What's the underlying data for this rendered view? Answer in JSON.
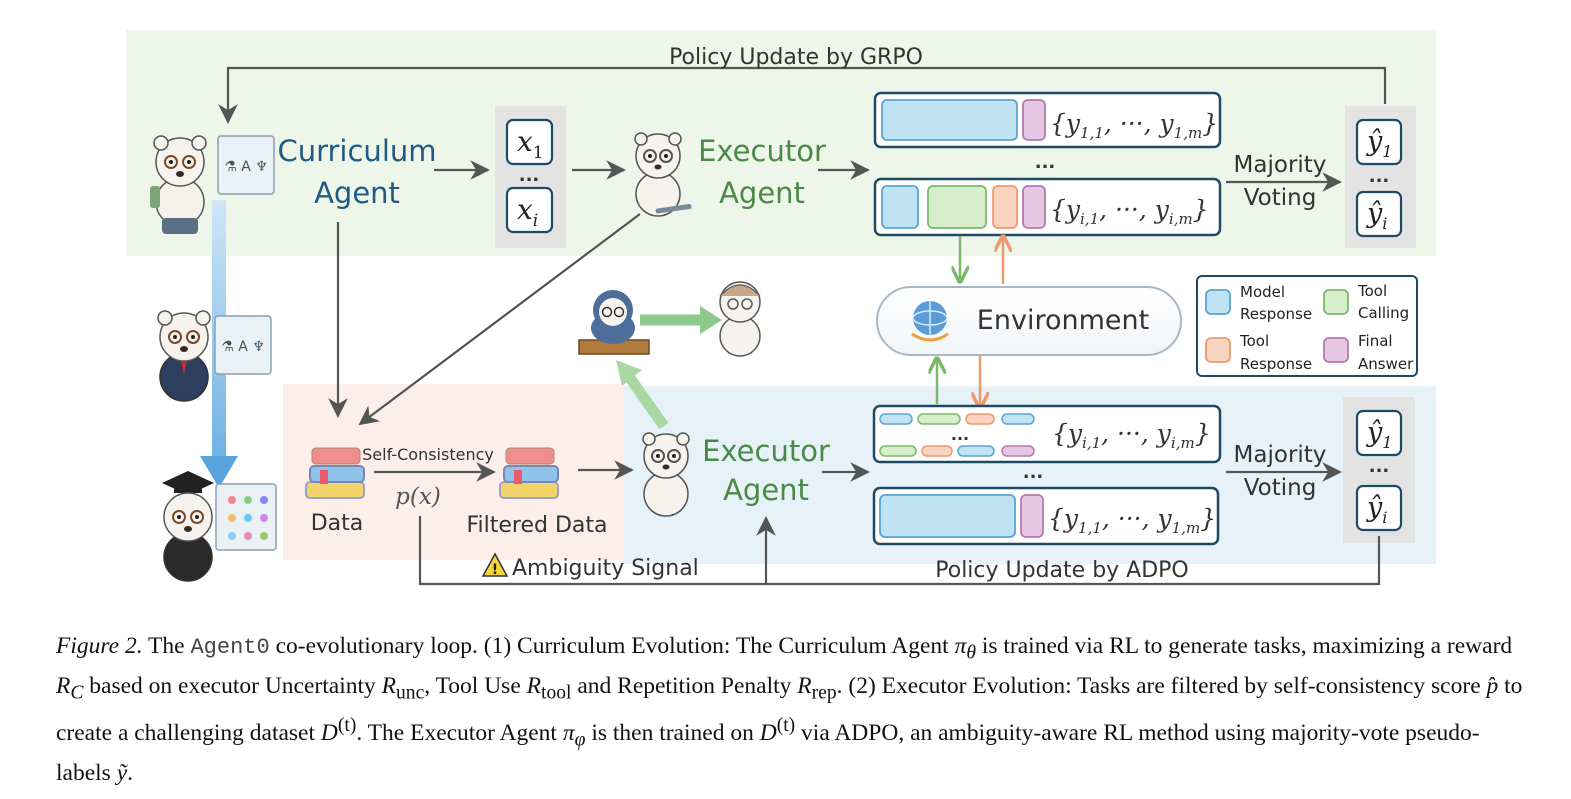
{
  "diagram": {
    "policy_update_grpo": "Policy Update by GRPO",
    "policy_update_adpo": "Policy Update by ADPO",
    "curriculum_agent": [
      "Curriculum",
      "Agent"
    ],
    "executor_agent_top": [
      "Executor",
      "Agent"
    ],
    "executor_agent_bottom": [
      "Executor",
      "Agent"
    ],
    "task_x1": "x",
    "task_x1_sub": "1",
    "task_xi": "x",
    "task_xi_sub": "i",
    "ellipsis": "...",
    "majority_voting_top": [
      "Majority",
      "Voting"
    ],
    "majority_voting_bottom": [
      "Majority",
      "Voting"
    ],
    "y_set_top_1": "{y",
    "y_set_top_1_sub": "1,1",
    "y_set_top_1_tail": ", ···, y",
    "y_set_top_1_sub2": "1,m",
    "y_set_top_i_sub": "i,1",
    "y_set_top_i_sub2": "i,m",
    "yhat_1_sub": "1",
    "yhat_i_sub": "i",
    "environment": "Environment",
    "legend": {
      "model_response": [
        "Model",
        "Response"
      ],
      "tool_calling": [
        "Tool",
        "Calling"
      ],
      "tool_response": [
        "Tool",
        "Response"
      ],
      "final_answer": [
        "Final",
        "Answer"
      ]
    },
    "data_label": "Data",
    "self_consistency": "Self-Consistency",
    "p_hat": "p(x)",
    "filtered_data": "Filtered Data",
    "ambiguity_signal": "Ambiguity Signal",
    "warning_symbol": "!"
  },
  "colors": {
    "green_region": "#eef5e9",
    "blue_region": "#e6f2f8",
    "pink_region": "#fcefe9",
    "navy": "#1e4a64",
    "green_text": "#4a8a47",
    "curriculum_text": "#1f5b82",
    "model_response": "#bfe3f3",
    "tool_calling": "#d6efca",
    "tool_response": "#f8d4c0",
    "final_answer": "#e6c7e3"
  },
  "caption": {
    "figure_label": "Figure 2.",
    "t1": " The ",
    "agent0": "Agent0",
    "t2": " co-evolutionary loop. (1) Curriculum Evolution: The Curriculum Agent ",
    "pi_theta": "π",
    "theta": "θ",
    "t3": " is trained via RL to generate tasks, maximizing a reward ",
    "rc": "R",
    "rc_sub": "C",
    "t4": " based on executor Uncertainty ",
    "runc": "R",
    "runc_sub": "unc",
    "t5": ", Tool Use ",
    "rtool": "R",
    "rtool_sub": "tool",
    "t6": " and Repetition Penalty ",
    "rrep": "R",
    "rrep_sub": "rep",
    "t7": ". (2) Executor Evolution: Tasks are filtered by self-consistency score ",
    "phat": "p̂",
    "t8": " to create a challenging dataset ",
    "dt": "D",
    "dt_sup": "(t)",
    "t9": ". The Executor Agent ",
    "pi_phi": "π",
    "phi": "φ",
    "t10": " is then trained on ",
    "dt2": "D",
    "dt2_sup": "(t)",
    "t11": " via ADPO, an ambiguity-aware RL method using majority-vote pseudo-labels ",
    "ytilde": "ỹ",
    "t12": "."
  }
}
